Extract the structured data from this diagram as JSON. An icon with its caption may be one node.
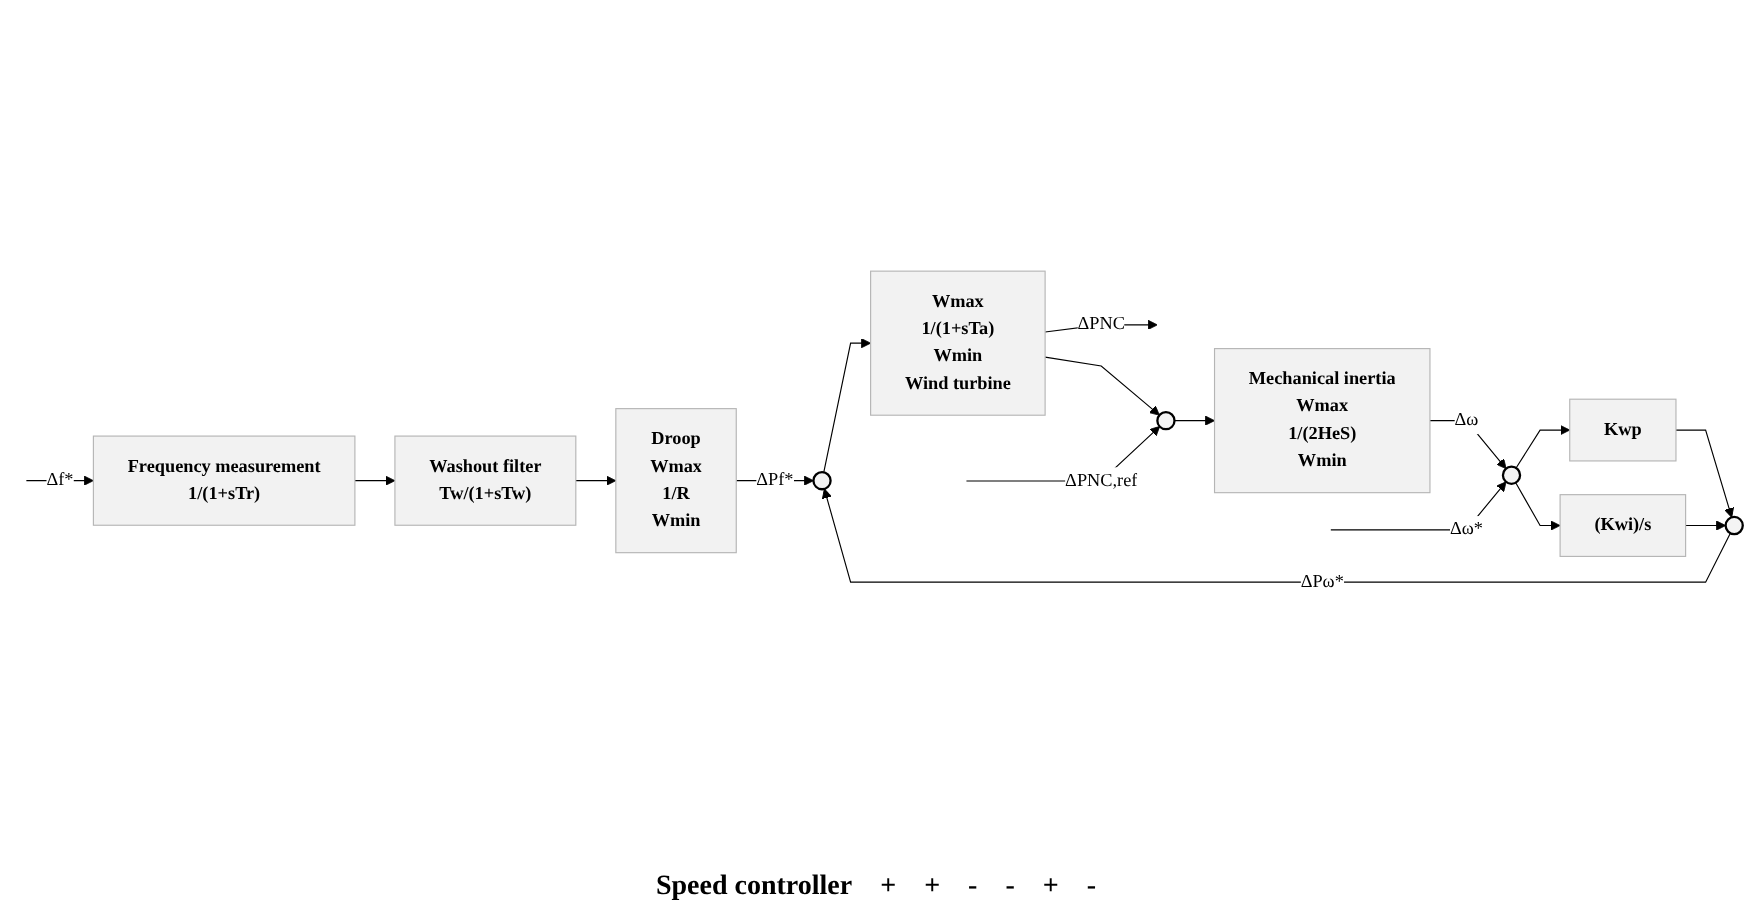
{
  "diagram": {
    "nodes": [
      {
        "text": [
          "Frequency measurement",
          "1/(1+sTr)"
        ]
      },
      {
        "text": [
          "Washout filter",
          "Tw/(1+sTw)"
        ]
      },
      {
        "text": [
          "Droop",
          "Wmax",
          "1/R",
          "Wmin"
        ]
      },
      {
        "text": [],
        "shape": "circle"
      },
      {
        "text": [
          "Wmax",
          "1/(1+sTa)",
          "Wmin",
          "Wind turbine"
        ]
      },
      {
        "text": [],
        "shape": "circle"
      },
      {
        "text": [
          "Kwp"
        ]
      },
      {
        "text": [
          "(Kwi)/s"
        ]
      },
      {
        "text": [],
        "shape": "circle"
      },
      {
        "text": [],
        "shape": "circle"
      },
      {
        "text": [
          "Mechanical inertia",
          "Wmax",
          "1/(2HeS)",
          "Wmin"
        ]
      }
    ],
    "edges": [
      {
        "from": null,
        "to": 0,
        "arrow": "to",
        "label": "Δf*"
      },
      {
        "from": 0,
        "to": 1,
        "arrow": "to"
      },
      {
        "from": 1,
        "to": 2,
        "arrow": "to"
      },
      {
        "from": 2,
        "to": 3,
        "arrow": "to",
        "label": "ΔPf*"
      },
      {
        "from": 3,
        "to": 4,
        "arrow": "to"
      },
      {
        "from": 4,
        "to": null,
        "arrow": "to",
        "label": "ΔPNC"
      },
      {
        "from": 4,
        "to": 9,
        "arrow": "to"
      },
      {
        "from": null,
        "to": 5,
        "arrow": "to",
        "label": "Δω*"
      },
      {
        "from": 5,
        "to": 6,
        "arrow": "to"
      },
      {
        "from": 5,
        "to": 7,
        "arrow": "to"
      },
      {
        "from": 6,
        "to": 8,
        "arrow": "to"
      },
      {
        "from": 7,
        "to": 8,
        "arrow": "to"
      },
      {
        "from": 8,
        "to": 3,
        "arrow": "to",
        "label": "ΔPω*"
      },
      {
        "from": null,
        "to": 9,
        "arrow": "to",
        "label": "ΔPNC,ref"
      },
      {
        "from": 9,
        "to": 10,
        "arrow": "to"
      },
      {
        "from": 10,
        "to": 5,
        "arrow": "to",
        "label": "Δω"
      }
    ],
    "labels": [
      "Speed controller",
      "+",
      "+",
      "-",
      "-",
      "+",
      "-"
    ]
  }
}
